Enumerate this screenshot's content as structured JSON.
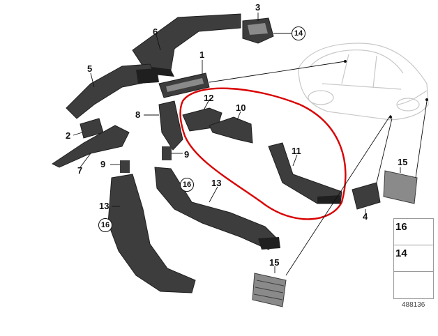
{
  "callouts": {
    "c1": "1",
    "c2": "2",
    "c3": "3",
    "c4": "4",
    "c5": "5",
    "c6": "6",
    "c7": "7",
    "c8": "8",
    "c9a": "9",
    "c9b": "9",
    "c10": "10",
    "c11": "11",
    "c12": "12",
    "c13a": "13",
    "c13b": "13",
    "c14": "14",
    "c15a": "15",
    "c15b": "15",
    "c16a": "16",
    "c16b": "16"
  },
  "legend": {
    "item1": "16",
    "item2": "14"
  },
  "catalog_id": "488136",
  "colors": {
    "part_fill": "#3d3d3d",
    "part_dark": "#1f1f1f",
    "part_light": "#8a8a8a",
    "highlight": "#d90000",
    "car_outline": "#c8c8c8",
    "leader": "#111111"
  }
}
